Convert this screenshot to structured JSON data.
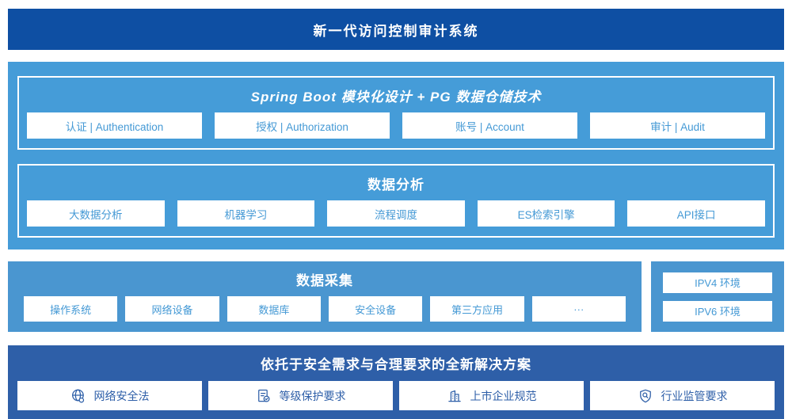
{
  "banner": {
    "title": "新一代访问控制审计系统"
  },
  "platform": {
    "modules": {
      "title": "Spring Boot 模块化设计 + PG 数据仓储技术",
      "items": [
        {
          "label": "认证 | Authentication"
        },
        {
          "label": "授权 | Authorization"
        },
        {
          "label": "账号 | Account"
        },
        {
          "label": "审计 | Audit"
        }
      ]
    },
    "analysis": {
      "title": "数据分析",
      "items": [
        {
          "label": "大数据分析"
        },
        {
          "label": "机器学习"
        },
        {
          "label": "流程调度"
        },
        {
          "label": "ES检索引擎"
        },
        {
          "label": "API接口"
        }
      ]
    }
  },
  "collection": {
    "title": "数据采集",
    "items": [
      {
        "label": "操作系统"
      },
      {
        "label": "网络设备"
      },
      {
        "label": "数据库"
      },
      {
        "label": "安全设备"
      },
      {
        "label": "第三方应用"
      },
      {
        "label": "···"
      }
    ],
    "environments": [
      {
        "label": "IPV4 环境"
      },
      {
        "label": "IPV6 环境"
      }
    ]
  },
  "solution": {
    "title": "依托于安全需求与合理要求的全新解决方案",
    "items": [
      {
        "icon": "globe-icon",
        "label": "网络安全法"
      },
      {
        "icon": "document-check-icon",
        "label": "等级保护要求"
      },
      {
        "icon": "building-icon",
        "label": "上市企业规范"
      },
      {
        "icon": "shield-search-icon",
        "label": "行业监管要求"
      }
    ]
  },
  "colors": {
    "banner_bg": "#0E4FA3",
    "platform_bg": "#459CD8",
    "collection_bg": "#4A96D0",
    "solution_bg": "#2E5FA8",
    "light_box_text": "#4499D5",
    "solution_box_text": "#2E5FA8"
  }
}
